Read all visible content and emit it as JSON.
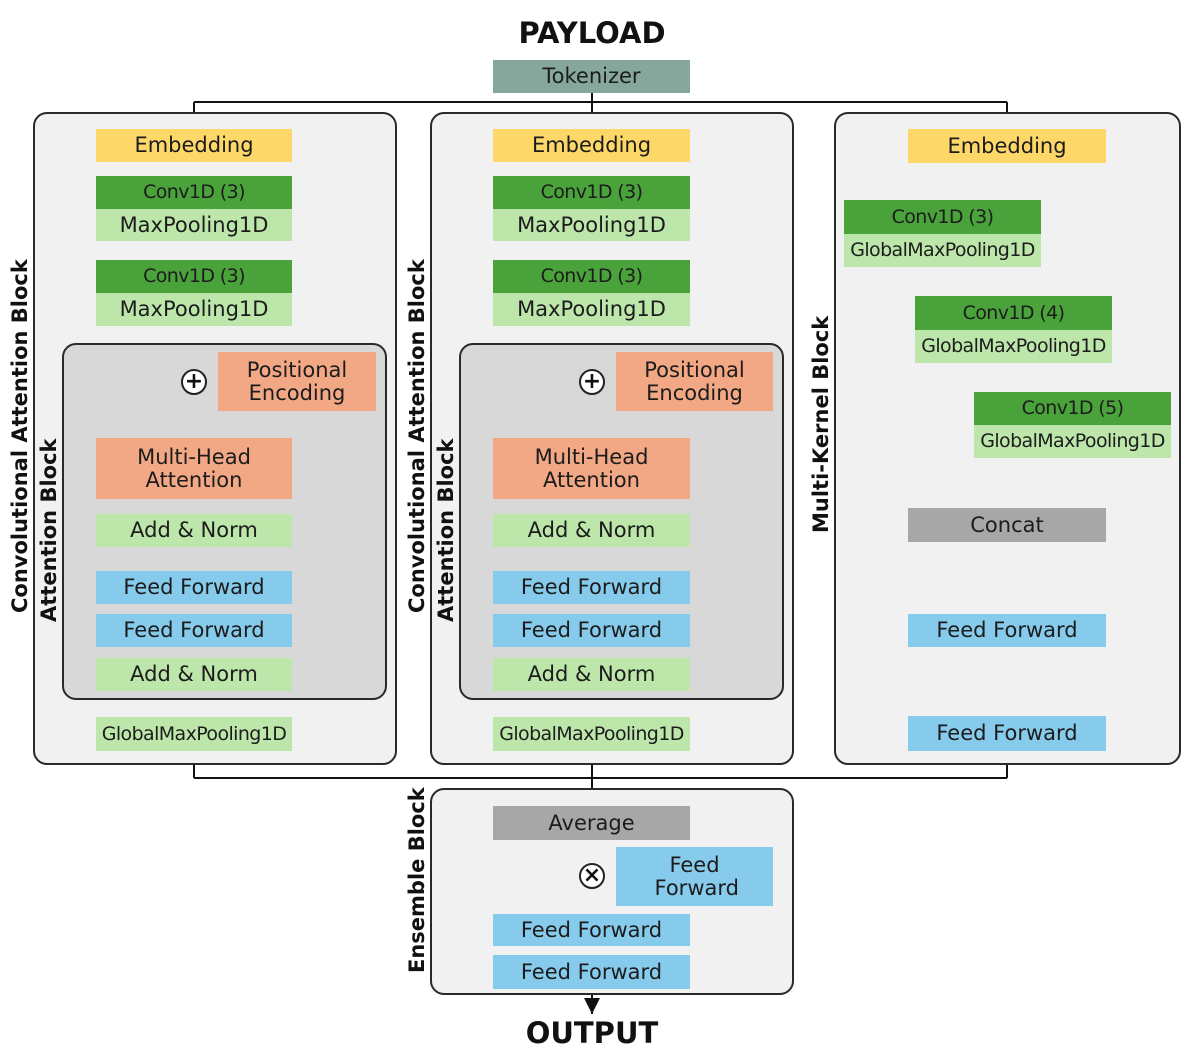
{
  "titles": {
    "input": "PAYLOAD",
    "output": "OUTPUT"
  },
  "tokenizer": "Tokenizer",
  "block_labels": {
    "conv_attention": "Convolutional Attention Block",
    "attention": "Attention Block",
    "multi_kernel": "Multi-Kernel Block",
    "ensemble": "Ensemble Block"
  },
  "conv_attention_block": {
    "embedding": "Embedding",
    "conv1": "Conv1D (3)",
    "pool1": "MaxPooling1D",
    "conv2": "Conv1D (3)",
    "pool2": "MaxPooling1D",
    "positional_encoding": "Positional Encoding",
    "multi_head_attention": "Multi-Head Attention",
    "add_norm_1": "Add & Norm",
    "feed_forward_1": "Feed Forward",
    "feed_forward_2": "Feed Forward",
    "add_norm_2": "Add & Norm",
    "global_pool": "GlobalMaxPooling1D"
  },
  "multi_kernel_block": {
    "embedding": "Embedding",
    "conv_k3": "Conv1D (3)",
    "pool_k3": "GlobalMaxPooling1D",
    "conv_k4": "Conv1D (4)",
    "pool_k4": "GlobalMaxPooling1D",
    "conv_k5": "Conv1D (5)",
    "pool_k5": "GlobalMaxPooling1D",
    "concat": "Concat",
    "feed_forward_1": "Feed Forward",
    "feed_forward_2": "Feed Forward"
  },
  "ensemble_block": {
    "average": "Average",
    "feed_forward_gate": "Feed Forward",
    "feed_forward_1": "Feed Forward",
    "feed_forward_2": "Feed Forward"
  },
  "operators": {
    "add": "+",
    "multiply": "×"
  },
  "colors": {
    "embedding": "#fdd768",
    "conv": "#4aa23a",
    "pooling": "#bde6ab",
    "feed_forward": "#86cbec",
    "attention": "#f2a884",
    "aggregate": "#a7a7a7",
    "tokenizer": "#86a89c"
  }
}
